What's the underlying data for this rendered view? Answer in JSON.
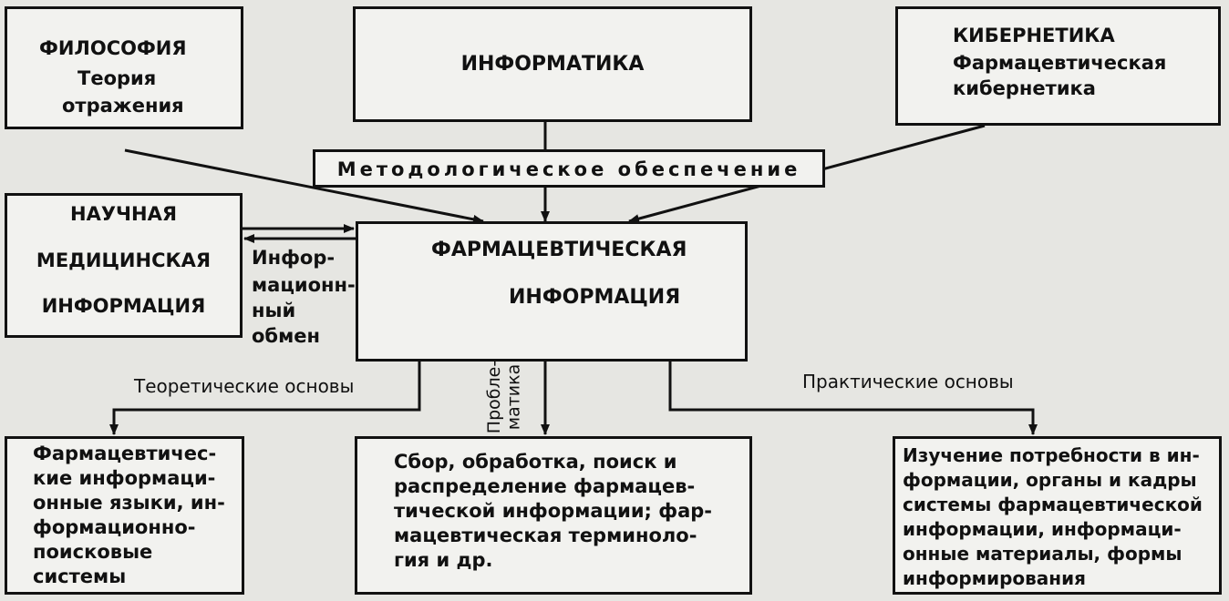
{
  "philosophy": {
    "title": "ФИЛОСОФИЯ",
    "line1": "Теория",
    "line2": "отражения"
  },
  "informatics": {
    "title": "ИНФОРМАТИКА"
  },
  "cybernetics": {
    "title": "КИБЕРНЕТИКА",
    "line1": "Фармацевтическая",
    "line2": "кибернетика"
  },
  "methodology": {
    "label": "Методологическое обеспечение"
  },
  "medical": {
    "line1": "НАУЧНАЯ",
    "line2": "МЕДИЦИНСКАЯ",
    "line3": "ИНФОРМАЦИЯ"
  },
  "exchange": {
    "lines": [
      "Инфор-",
      "мационн-",
      "ный",
      "обмен"
    ]
  },
  "pharma": {
    "line1": "ФАРМАЦЕВТИЧЕСКАЯ",
    "line2": "ИНФОРМАЦИЯ"
  },
  "labels": {
    "theory": "Теоретические основы",
    "practice": "Практические основы",
    "problem1": "Пробле-",
    "problem2": "матика"
  },
  "bottom_left": {
    "lines": [
      "Фармацевтичес-",
      "кие информаци-",
      "онные языки, ин-",
      "формационно-",
      "поисковые",
      "системы"
    ]
  },
  "bottom_center": {
    "lines": [
      "Сбор, обработка, поиск и",
      "распределение фармацев-",
      "тической информации; фар-",
      "мацевтическая терминоло-",
      "гия и др."
    ]
  },
  "bottom_right": {
    "lines": [
      "Изучение потребности в ин-",
      "формации, органы и кадры",
      "системы фармацевтической",
      "информации, информаци-",
      "онные материалы, формы",
      "информирования"
    ]
  }
}
